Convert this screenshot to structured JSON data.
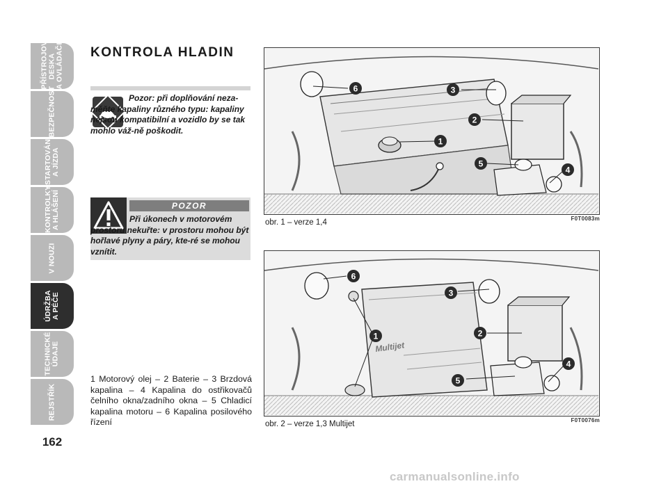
{
  "tabs": [
    {
      "lines": [
        "PŘÍSTROJOVÁ",
        "DESKA",
        "A OVLÁDAČE"
      ],
      "active": false
    },
    {
      "lines": [
        "BEZPEČNOST"
      ],
      "active": false
    },
    {
      "lines": [
        "STARTOVÁNÍ",
        "A JÍZDA"
      ],
      "active": false
    },
    {
      "lines": [
        "KONTROLKY",
        "A HLÁŠENÍ"
      ],
      "active": false
    },
    {
      "lines": [
        "V NOUZI"
      ],
      "active": false
    },
    {
      "lines": [
        "ÚDRŽBA",
        "A PÉČE"
      ],
      "active": true
    },
    {
      "lines": [
        "TECHNICKÉ",
        "ÚDAJE"
      ],
      "active": false
    },
    {
      "lines": [
        "REJSTŘÍK"
      ],
      "active": false
    }
  ],
  "page_number": "162",
  "title": "KONTROLA HLADIN",
  "note": {
    "icon": "car-warning-icon",
    "text": "Pozor: při doplňování neza-měňte kapaliny různého typu: kapaliny nejsou kompatibilní a vozidlo by se tak mohlo váž-ně poškodit."
  },
  "danger": {
    "icon": "exclamation-triangle-icon",
    "header": "POZOR",
    "text": "Při úkonech v motorovém prostoru nekuřte: v prostoru mohou být hořlavé plyny a páry, kte-ré se mohou vznítit."
  },
  "legend": "1 Motorový olej – 2 Baterie – 3 Brzdová kapalina – 4 Kapalina do ostřikovačů čelního okna/zadního okna – 5 Chladicí kapalina motoru – 6 Kapalina posilového řízení",
  "figures": [
    {
      "caption": "obr. 1 – verze 1,4",
      "code": "F0T0083m",
      "callouts": [
        "1",
        "2",
        "3",
        "4",
        "5",
        "6"
      ]
    },
    {
      "caption": "obr. 2 – verze 1,3 Multijet",
      "code": "F0T0076m",
      "engine_label": "Multijet",
      "callouts": [
        "1",
        "2",
        "3",
        "4",
        "5",
        "6"
      ]
    }
  ],
  "watermark": "carmanualsonline.info",
  "colors": {
    "tab_inactive": "#b9b9b9",
    "tab_active": "#2e2e2e",
    "callout": "#2b2b2b",
    "box_gray": "#dcdcdc"
  }
}
